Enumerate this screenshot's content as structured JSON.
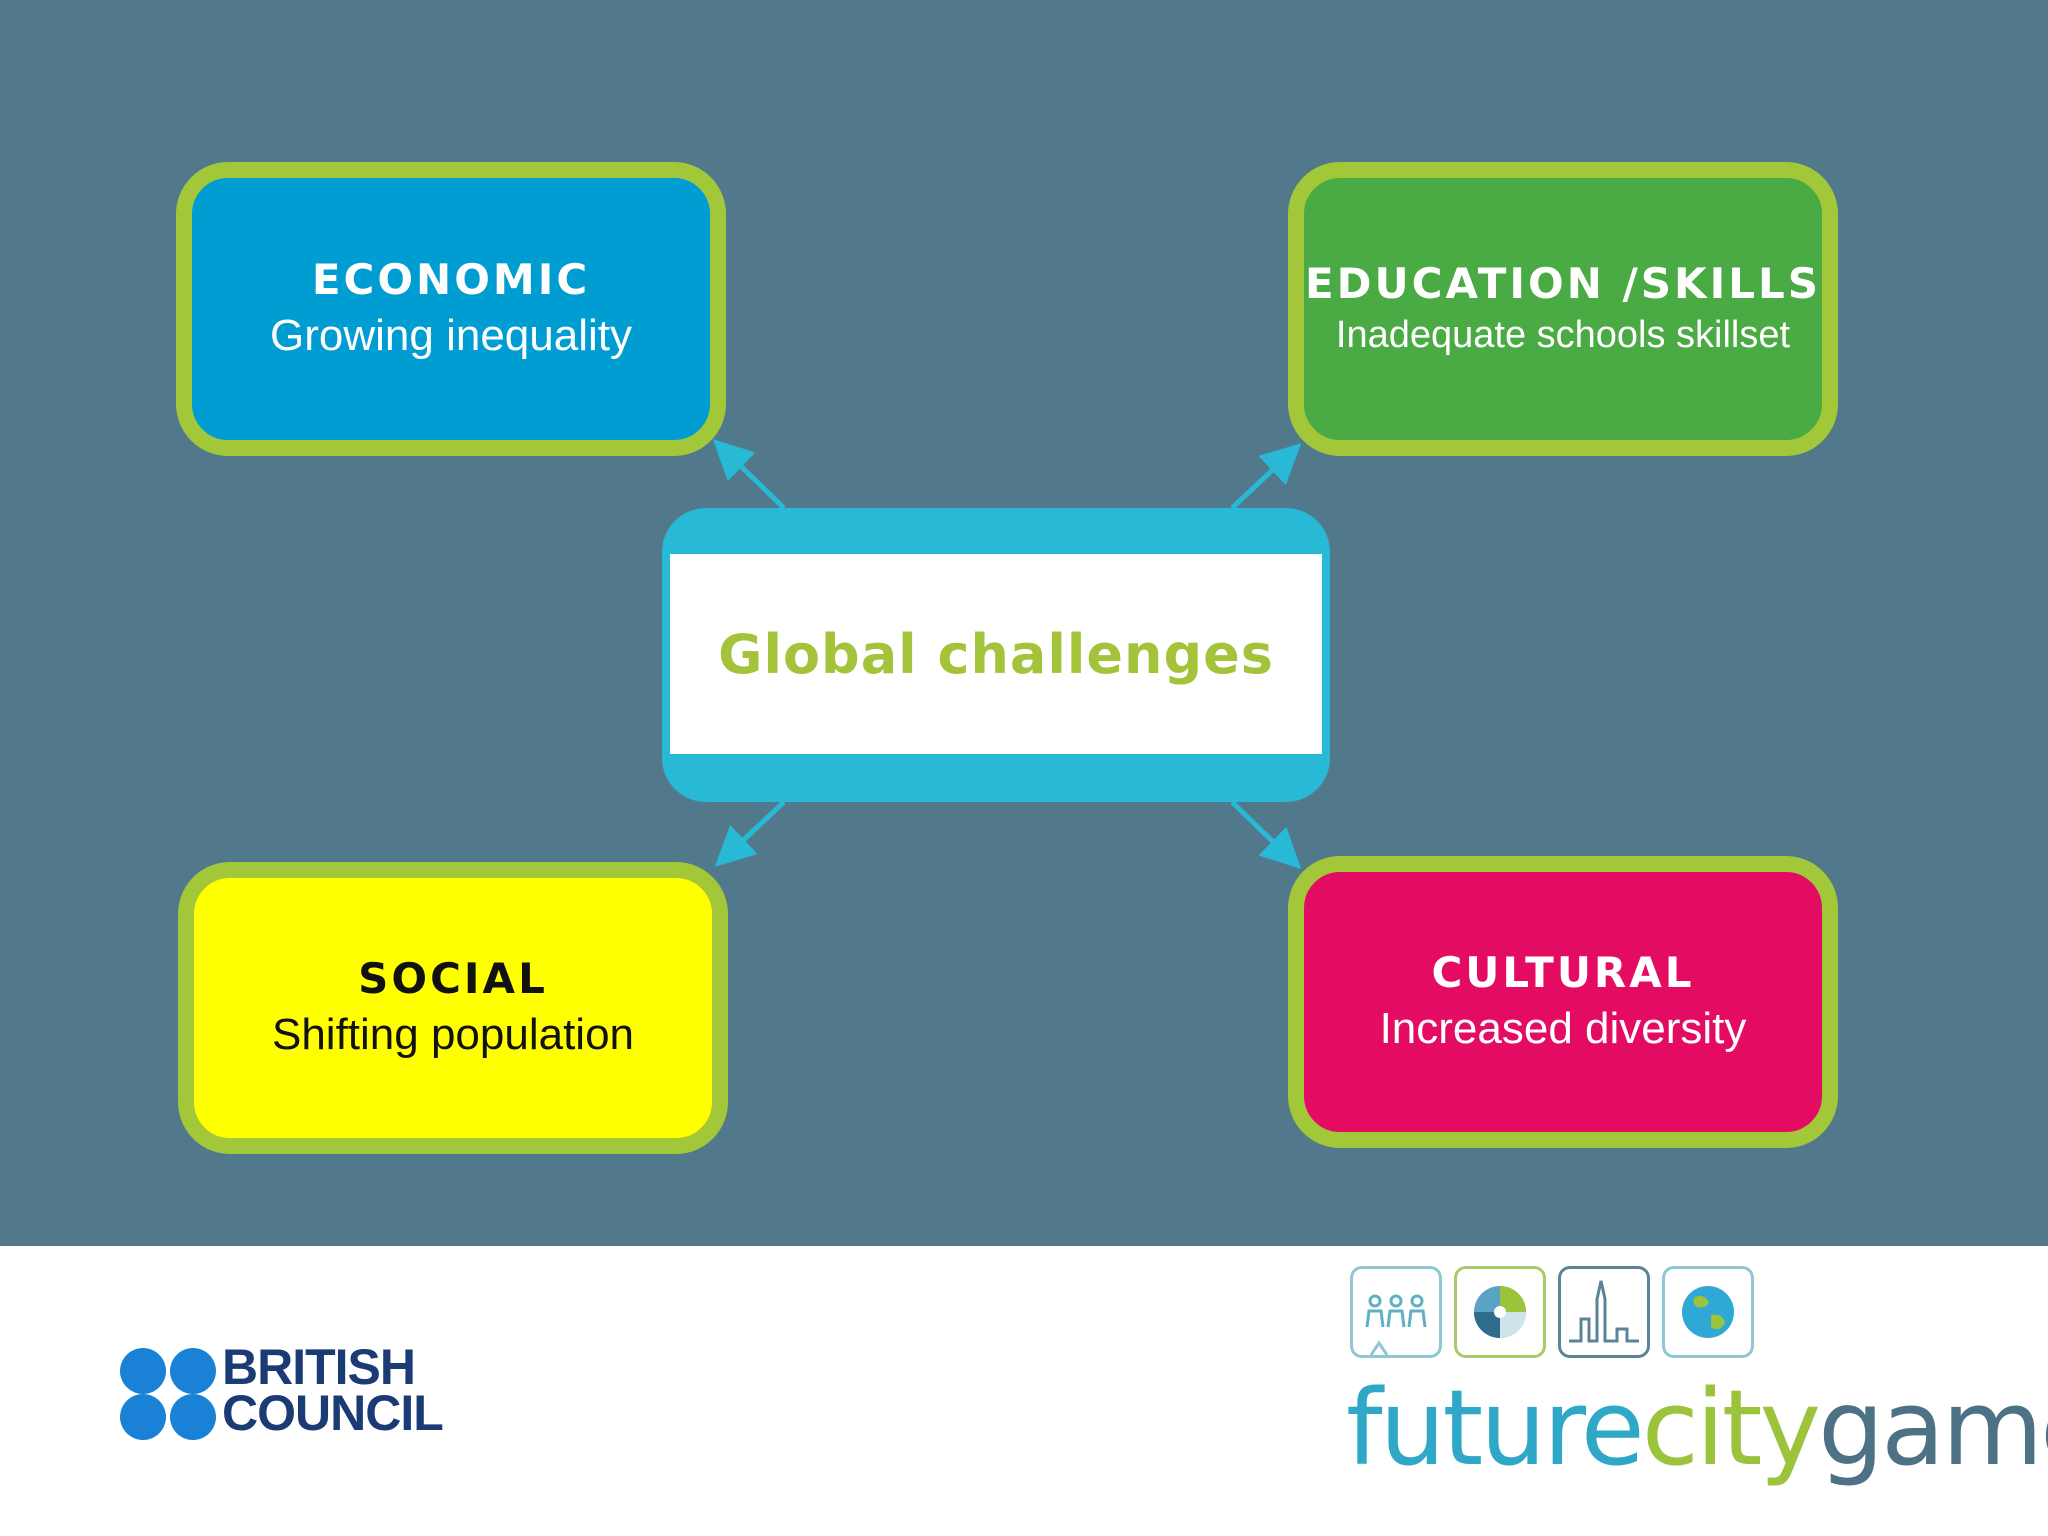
{
  "diagram": {
    "center": {
      "label": "Global challenges"
    },
    "boxes": [
      {
        "id": "economic",
        "title": "ECONOMIC",
        "subtitle": "Growing inequality",
        "color": "#009dd3"
      },
      {
        "id": "education",
        "title": "EDUCATION /SKILLS",
        "subtitle": "Inadequate schools skillset",
        "color": "#4aaa44"
      },
      {
        "id": "social",
        "title": "SOCIAL",
        "subtitle": "Shifting population",
        "color": "#ffff00"
      },
      {
        "id": "cultural",
        "title": "CULTURAL",
        "subtitle": "Increased diversity",
        "color": "#e30c62"
      }
    ],
    "colors": {
      "background": "#52798b",
      "box_border": "#a2c83a",
      "center_frame": "#27b9d6",
      "arrow": "#27b9d6",
      "center_text": "#a3c43a"
    }
  },
  "footer": {
    "british_council": {
      "line1": "BRITISH",
      "line2": "COUNCIL"
    },
    "future_city_game": {
      "word_parts": [
        "future",
        "city",
        "game"
      ],
      "icons": [
        "people-icon",
        "color-wheel-icon",
        "city-skyline-icon",
        "globe-icon"
      ]
    }
  }
}
